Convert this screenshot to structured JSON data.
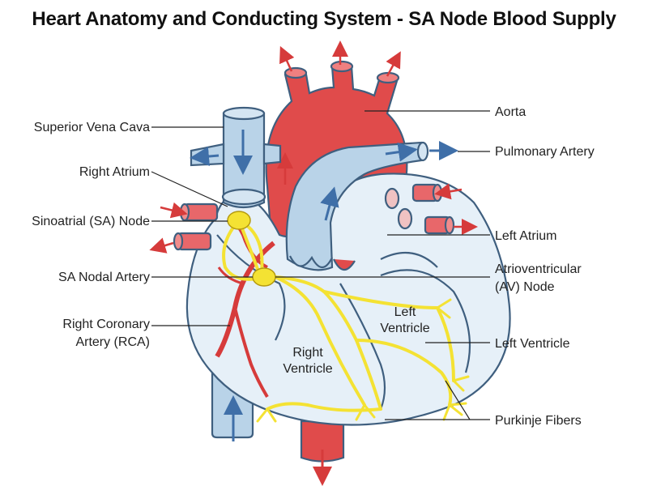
{
  "title": "Heart Anatomy and Conducting System - SA Node Blood Supply",
  "colors": {
    "artery_red": "#e04b4b",
    "vein_blue": "#b9d3e8",
    "heart_fill": "#e6f0f8",
    "conduction_yellow": "#f4e233",
    "flow_arrow_blue": "#3f6fa8",
    "outline": "#3f5f7f"
  },
  "labels": {
    "left": {
      "superior_vena_cava": "Superior Vena Cava",
      "right_atrium": "Right Atrium",
      "sa_node": "Sinoatrial (SA) Node",
      "sa_nodal_artery": "SA Nodal Artery",
      "rca_line1": "Right Coronary",
      "rca_line2": "Artery (RCA)"
    },
    "right": {
      "aorta": "Aorta",
      "pulmonary_artery": "Pulmonary Artery",
      "left_atrium": "Left Atrium",
      "av_node_line1": "Atrioventricular",
      "av_node_line2": "(AV) Node",
      "left_ventricle": "Left Ventricle",
      "purkinje_fibers": "Purkinje Fibers"
    },
    "inner": {
      "right_ventricle_line1": "Right",
      "right_ventricle_line2": "Ventricle",
      "left_ventricle_line1": "Left",
      "left_ventricle_line2": "Ventricle"
    }
  }
}
